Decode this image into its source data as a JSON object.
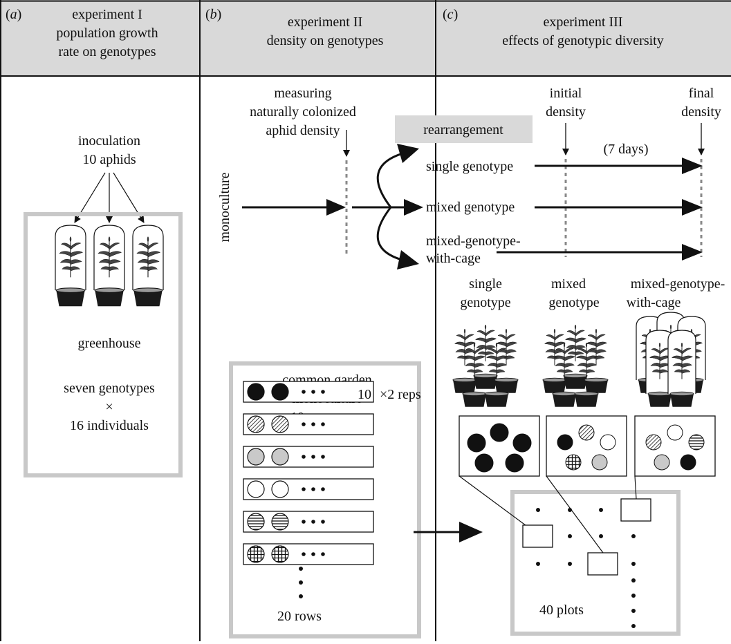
{
  "panels": {
    "a": {
      "letter": "a",
      "title_lines": [
        "experiment I",
        "population growth",
        "rate on genotypes"
      ],
      "inoculation_lines": [
        "inoculation",
        "10 aphids"
      ],
      "greenhouse": "greenhouse",
      "genotypes_lines": [
        "seven genotypes",
        "×",
        "16 individuals"
      ]
    },
    "b": {
      "letter": "b",
      "title_lines": [
        "experiment II",
        "density on genotypes"
      ],
      "measure_lines": [
        "measuring",
        "naturally colonized",
        "aphid density"
      ],
      "monoculture_label": "monoculture",
      "garden_lines": [
        "common garden",
        "monoculture",
        "10 genotypes"
      ],
      "row_count": "10",
      "reps": "×2 reps",
      "rows_label": "20 rows",
      "row_patterns": [
        "black",
        "diagonal",
        "grey",
        "white",
        "horizontal",
        "grid"
      ]
    },
    "c": {
      "letter": "c",
      "title_lines": [
        "experiment III",
        "effects of genotypic diversity"
      ],
      "rearrangement": "rearrangement",
      "initial_lines": [
        "initial",
        "density"
      ],
      "final_lines": [
        "final",
        "density"
      ],
      "days": "(7 days)",
      "treatments": {
        "single": "single genotype",
        "mixed": "mixed genotype",
        "cage_lines": [
          "mixed-genotype-",
          "with-cage"
        ]
      },
      "pot_labels": {
        "single_lines": [
          "single",
          "genotype"
        ],
        "mixed_lines": [
          "mixed",
          "genotype"
        ],
        "cage_lines": [
          "mixed-genotype-",
          "with-cage"
        ]
      },
      "plots_label": "40 plots"
    }
  },
  "colors": {
    "panel_header": "#d9d9d9",
    "frame": "#c8c8c8",
    "line": "#111111",
    "grey_fill": "#c9c9c9"
  }
}
